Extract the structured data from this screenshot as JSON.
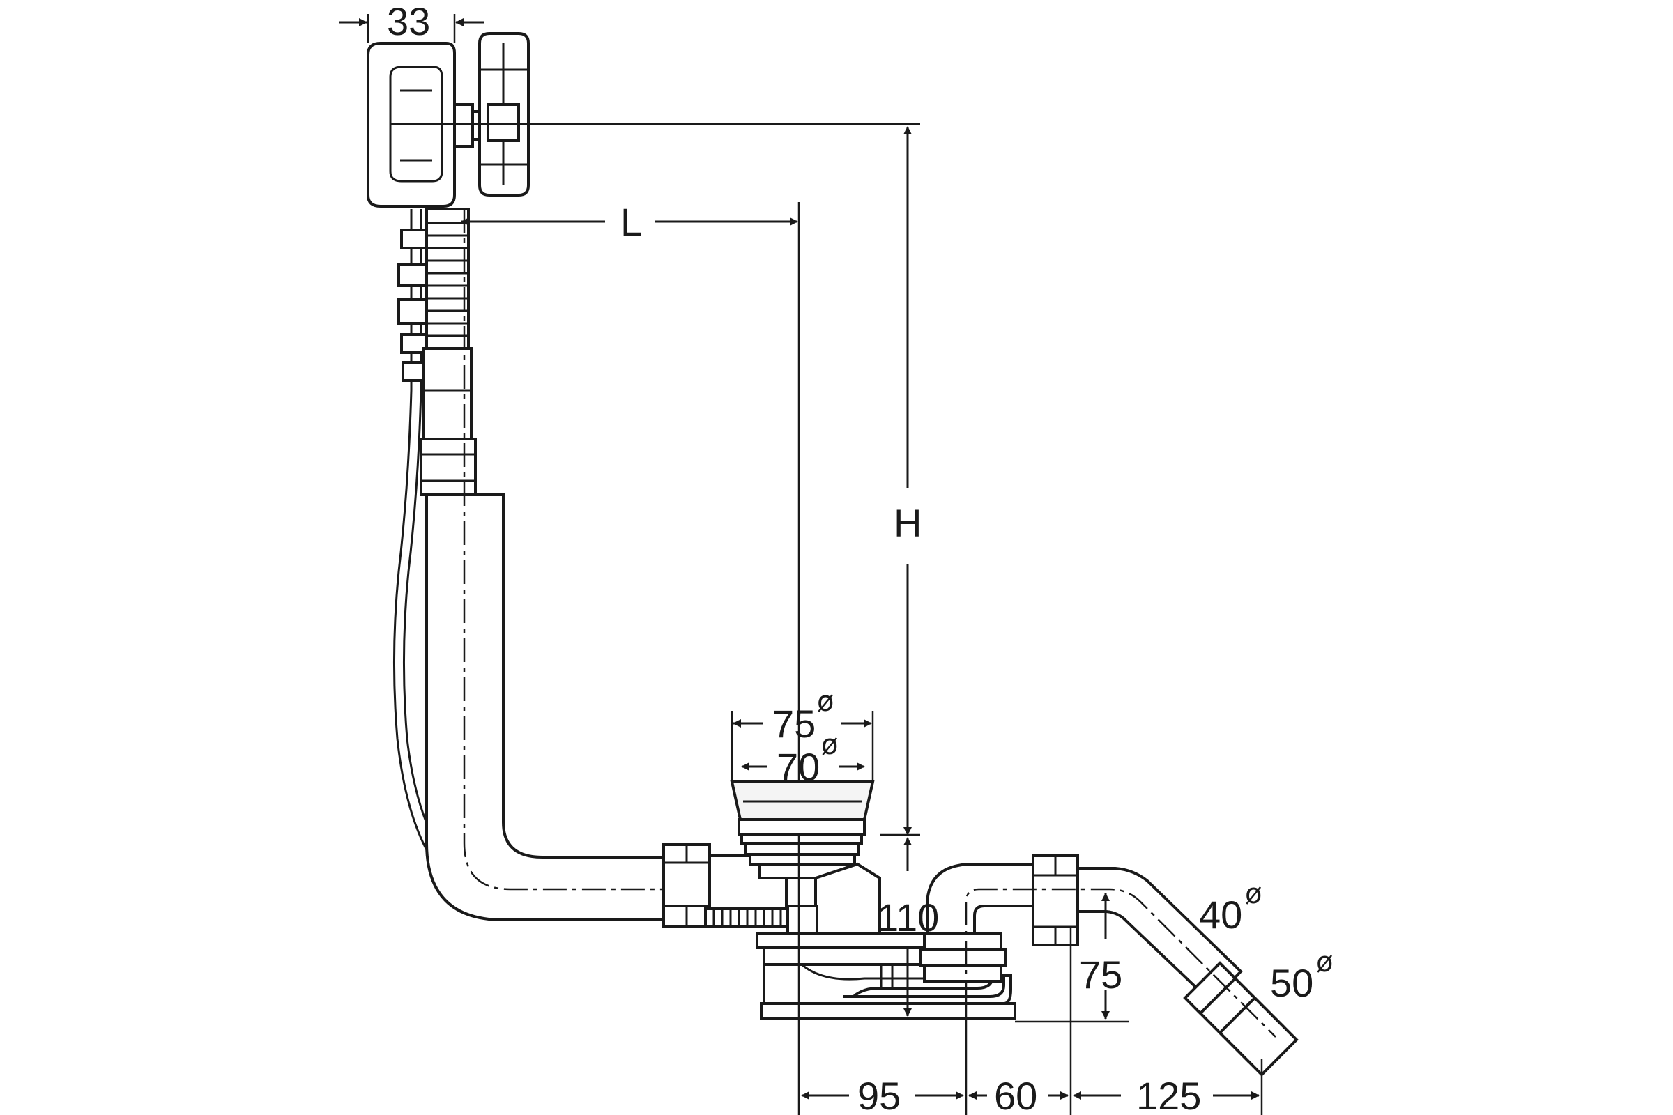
{
  "drawing": {
    "dimensions": {
      "d33": "33",
      "L": "L",
      "H": "H",
      "d75dia": "75",
      "d70dia": "70",
      "d110": "110",
      "d40dia": "40",
      "d50dia": "50",
      "d75": "75",
      "d95": "95",
      "d60": "60",
      "d125": "125"
    },
    "diameter_symbol": "ø"
  }
}
